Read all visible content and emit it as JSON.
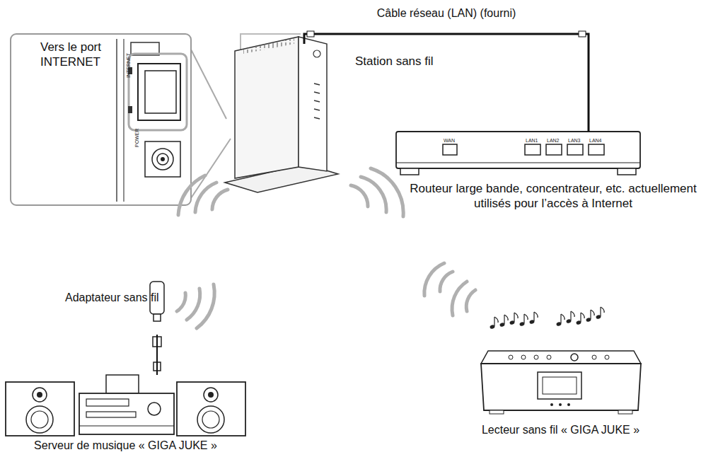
{
  "diagram": {
    "nodes": [
      {
        "text": [
          "Vers le port INTERNET"
        ]
      },
      {
        "text": [
          "Station sans fil"
        ]
      },
      {
        "text": [
          "Routeur large bande, concentrateur, etc. actuellement utilisés pour l’accès à Internet"
        ]
      },
      {
        "text": [
          "Adaptateur sans fil"
        ]
      },
      {
        "text": [
          "Serveur de musique « GIGA JUKE »"
        ]
      },
      {
        "text": [
          "Lecteur sans fil « GIGA JUKE »"
        ]
      }
    ],
    "edges": [
      {
        "from": 1,
        "to": 2,
        "label": "Câble réseau (LAN) (fourni)",
        "arrow": "none"
      },
      {
        "from": 3,
        "to": 4,
        "arrow": "none"
      }
    ],
    "labels": [
      "WAN",
      "LAN1",
      "LAN2",
      "LAN3",
      "LAN4",
      "INTERNET",
      "POWER"
    ]
  }
}
